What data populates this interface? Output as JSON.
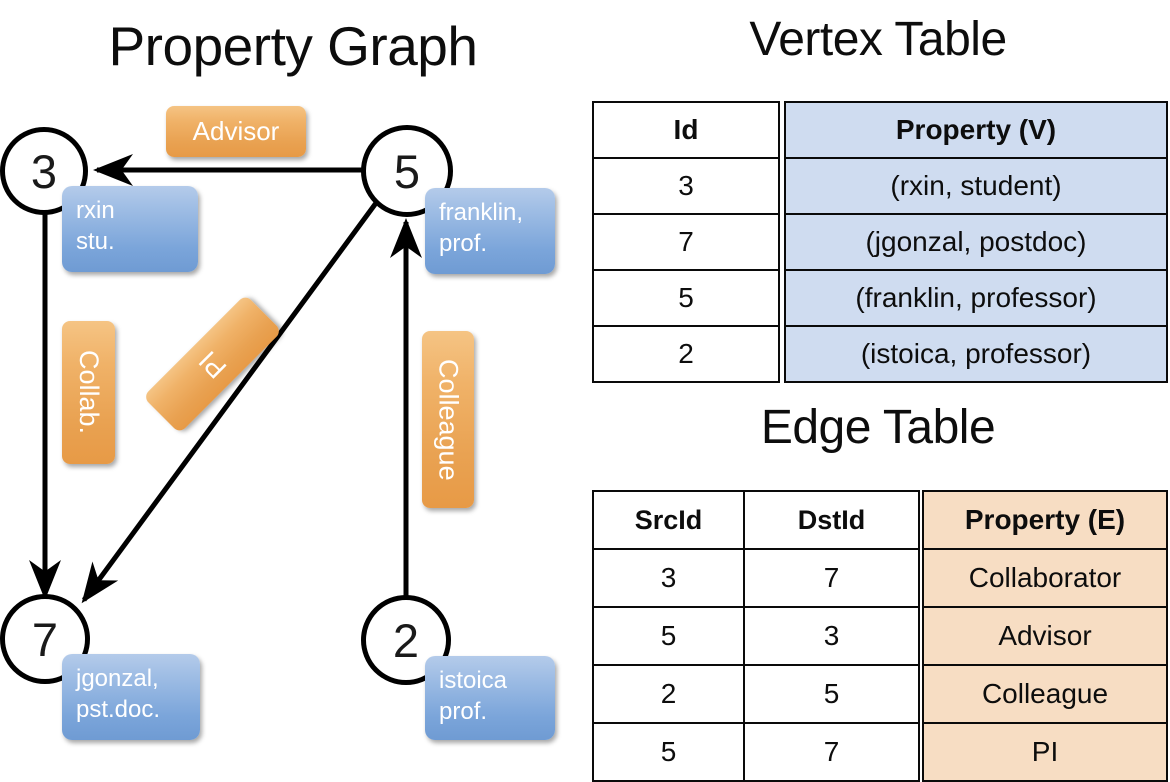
{
  "titles": {
    "property_graph": "Property Graph",
    "vertex_table": "Vertex Table",
    "edge_table": "Edge Table"
  },
  "colors": {
    "vertex_property_fill": "#cfdcf0",
    "edge_property_fill": "#f7ddc3",
    "node_property_box": "#7ba5da",
    "edge_label_box": "#eca košile"
  },
  "graph": {
    "nodes": [
      {
        "id": "3",
        "property_lines": [
          "rxin",
          "stu."
        ]
      },
      {
        "id": "5",
        "property_lines": [
          "franklin,",
          "prof."
        ]
      },
      {
        "id": "7",
        "property_lines": [
          "jgonzal,",
          "pst.doc."
        ]
      },
      {
        "id": "2",
        "property_lines": [
          "istoica",
          "prof."
        ]
      }
    ],
    "edges": [
      {
        "src": "5",
        "dst": "3",
        "label": "Advisor"
      },
      {
        "src": "3",
        "dst": "7",
        "label": "Collab."
      },
      {
        "src": "5",
        "dst": "7",
        "label": "PI"
      },
      {
        "src": "2",
        "dst": "5",
        "label": "Colleague"
      }
    ]
  },
  "vertex_table": {
    "headers": [
      "Id",
      "Property (V)"
    ],
    "rows": [
      {
        "id": "3",
        "property": "(rxin, student)"
      },
      {
        "id": "7",
        "property": "(jgonzal, postdoc)"
      },
      {
        "id": "5",
        "property": "(franklin, professor)"
      },
      {
        "id": "2",
        "property": "(istoica, professor)"
      }
    ]
  },
  "edge_table": {
    "headers": [
      "SrcId",
      "DstId",
      "Property (E)"
    ],
    "rows": [
      {
        "src": "3",
        "dst": "7",
        "property": "Collaborator"
      },
      {
        "src": "5",
        "dst": "3",
        "property": "Advisor"
      },
      {
        "src": "2",
        "dst": "5",
        "property": "Colleague"
      },
      {
        "src": "5",
        "dst": "7",
        "property": "PI"
      }
    ]
  }
}
